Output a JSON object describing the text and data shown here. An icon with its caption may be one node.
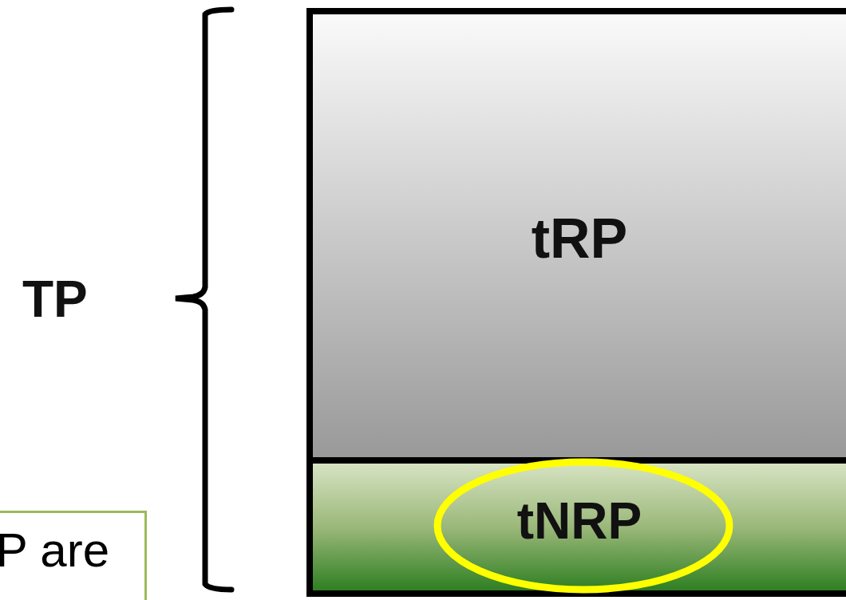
{
  "diagram": {
    "nodes": [
      {
        "text": [
          "tRP"
        ]
      },
      {
        "text": [
          "tNRP"
        ]
      },
      {
        "text": [
          "P are"
        ]
      }
    ],
    "labels": [
      "TP"
    ]
  }
}
